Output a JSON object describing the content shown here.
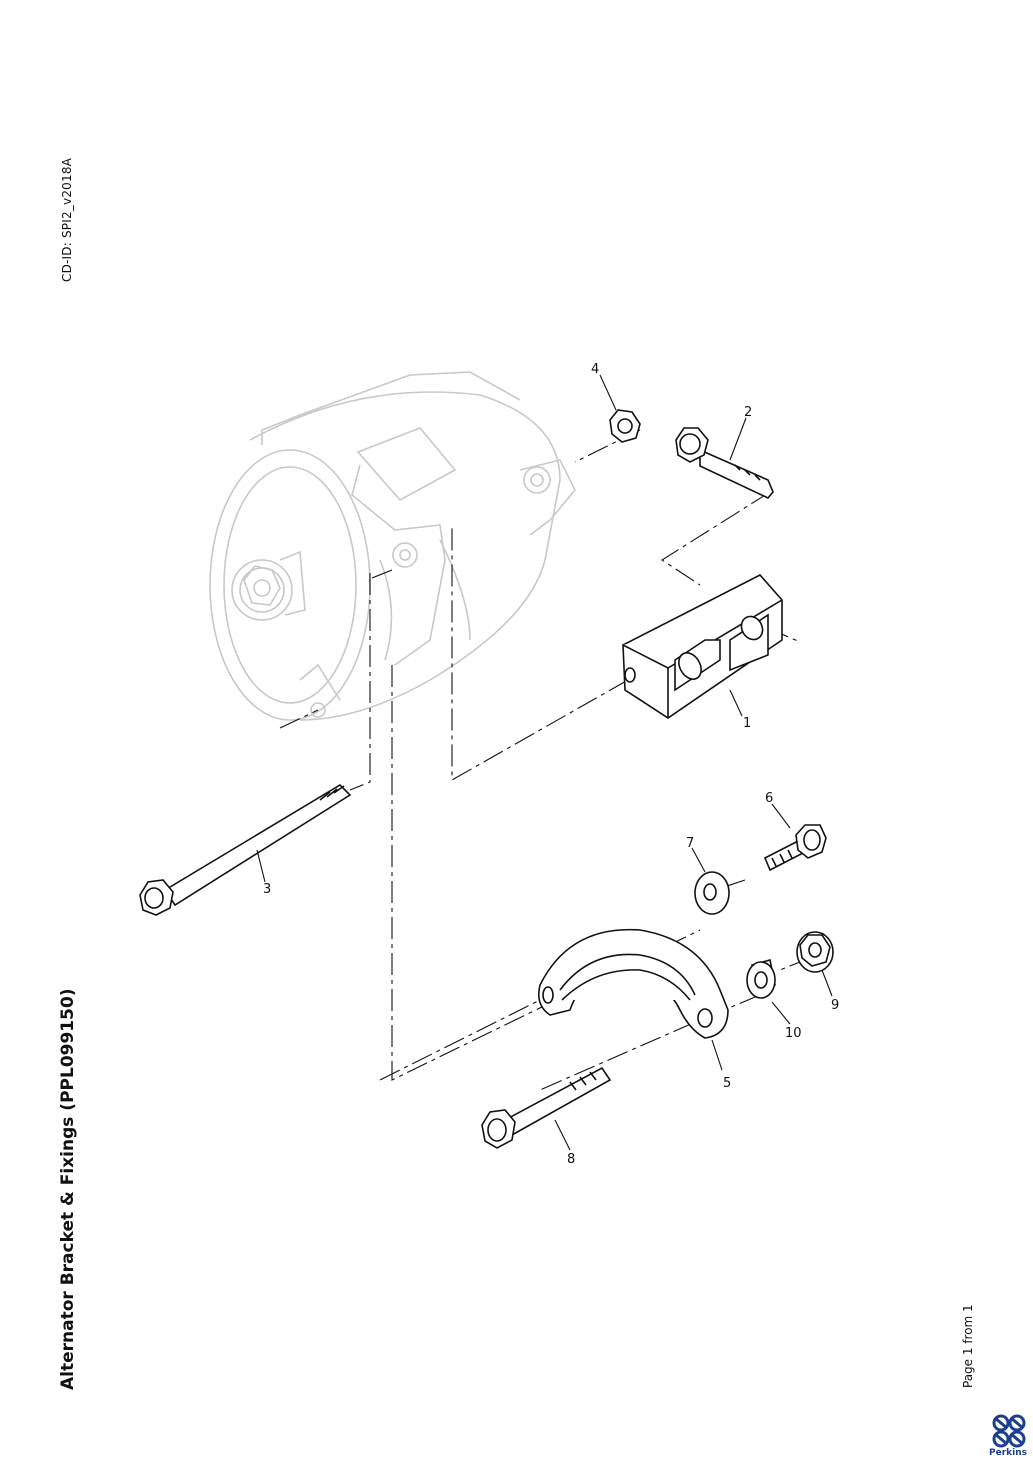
{
  "doc": {
    "cd_id": "CD-ID: SPI2_v2018A",
    "title": "Alternator Bracket & Fixings (PPL099150)",
    "page": "Page 1 from 1",
    "brand": "Perkins"
  },
  "callouts": [
    "1",
    "2",
    "3",
    "4",
    "5",
    "6",
    "7",
    "8",
    "9",
    "10"
  ],
  "colors": {
    "ink": "#111111",
    "faded_part": "#c8c8c8",
    "brand": "#1d3f8f"
  }
}
